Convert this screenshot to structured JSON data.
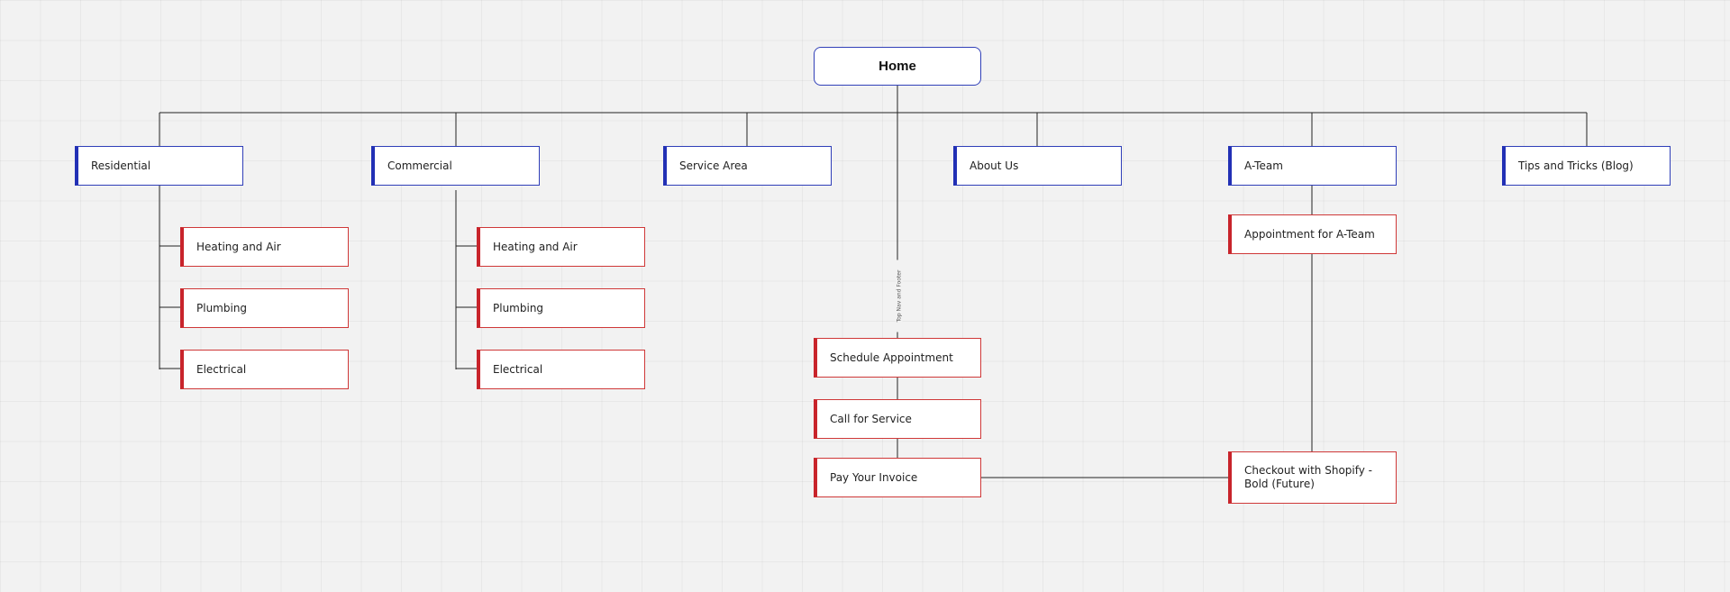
{
  "diagram": {
    "root": {
      "label": "Home"
    },
    "sections": [
      {
        "label": "Residential",
        "children": [
          "Heating and Air",
          "Plumbing",
          "Electrical"
        ]
      },
      {
        "label": "Commercial",
        "children": [
          "Heating and Air",
          "Plumbing",
          "Electrical"
        ]
      },
      {
        "label": "Service Area"
      },
      {
        "label": "About Us"
      },
      {
        "label": "A-Team",
        "children": [
          "Appointment for A-Team",
          "Checkout with Shopify - Bold (Future)"
        ]
      },
      {
        "label": "Tips and Tricks (Blog)"
      }
    ],
    "nav_branch": {
      "edge_label": "Top Nav and Footer",
      "items": [
        "Schedule Appointment",
        "Call for Service",
        "Pay Your Invoice"
      ]
    }
  },
  "colors": {
    "background": "#f2f2f2",
    "primary_border": "#2230b5",
    "secondary_border": "#c8242b",
    "connector": "#222222"
  }
}
